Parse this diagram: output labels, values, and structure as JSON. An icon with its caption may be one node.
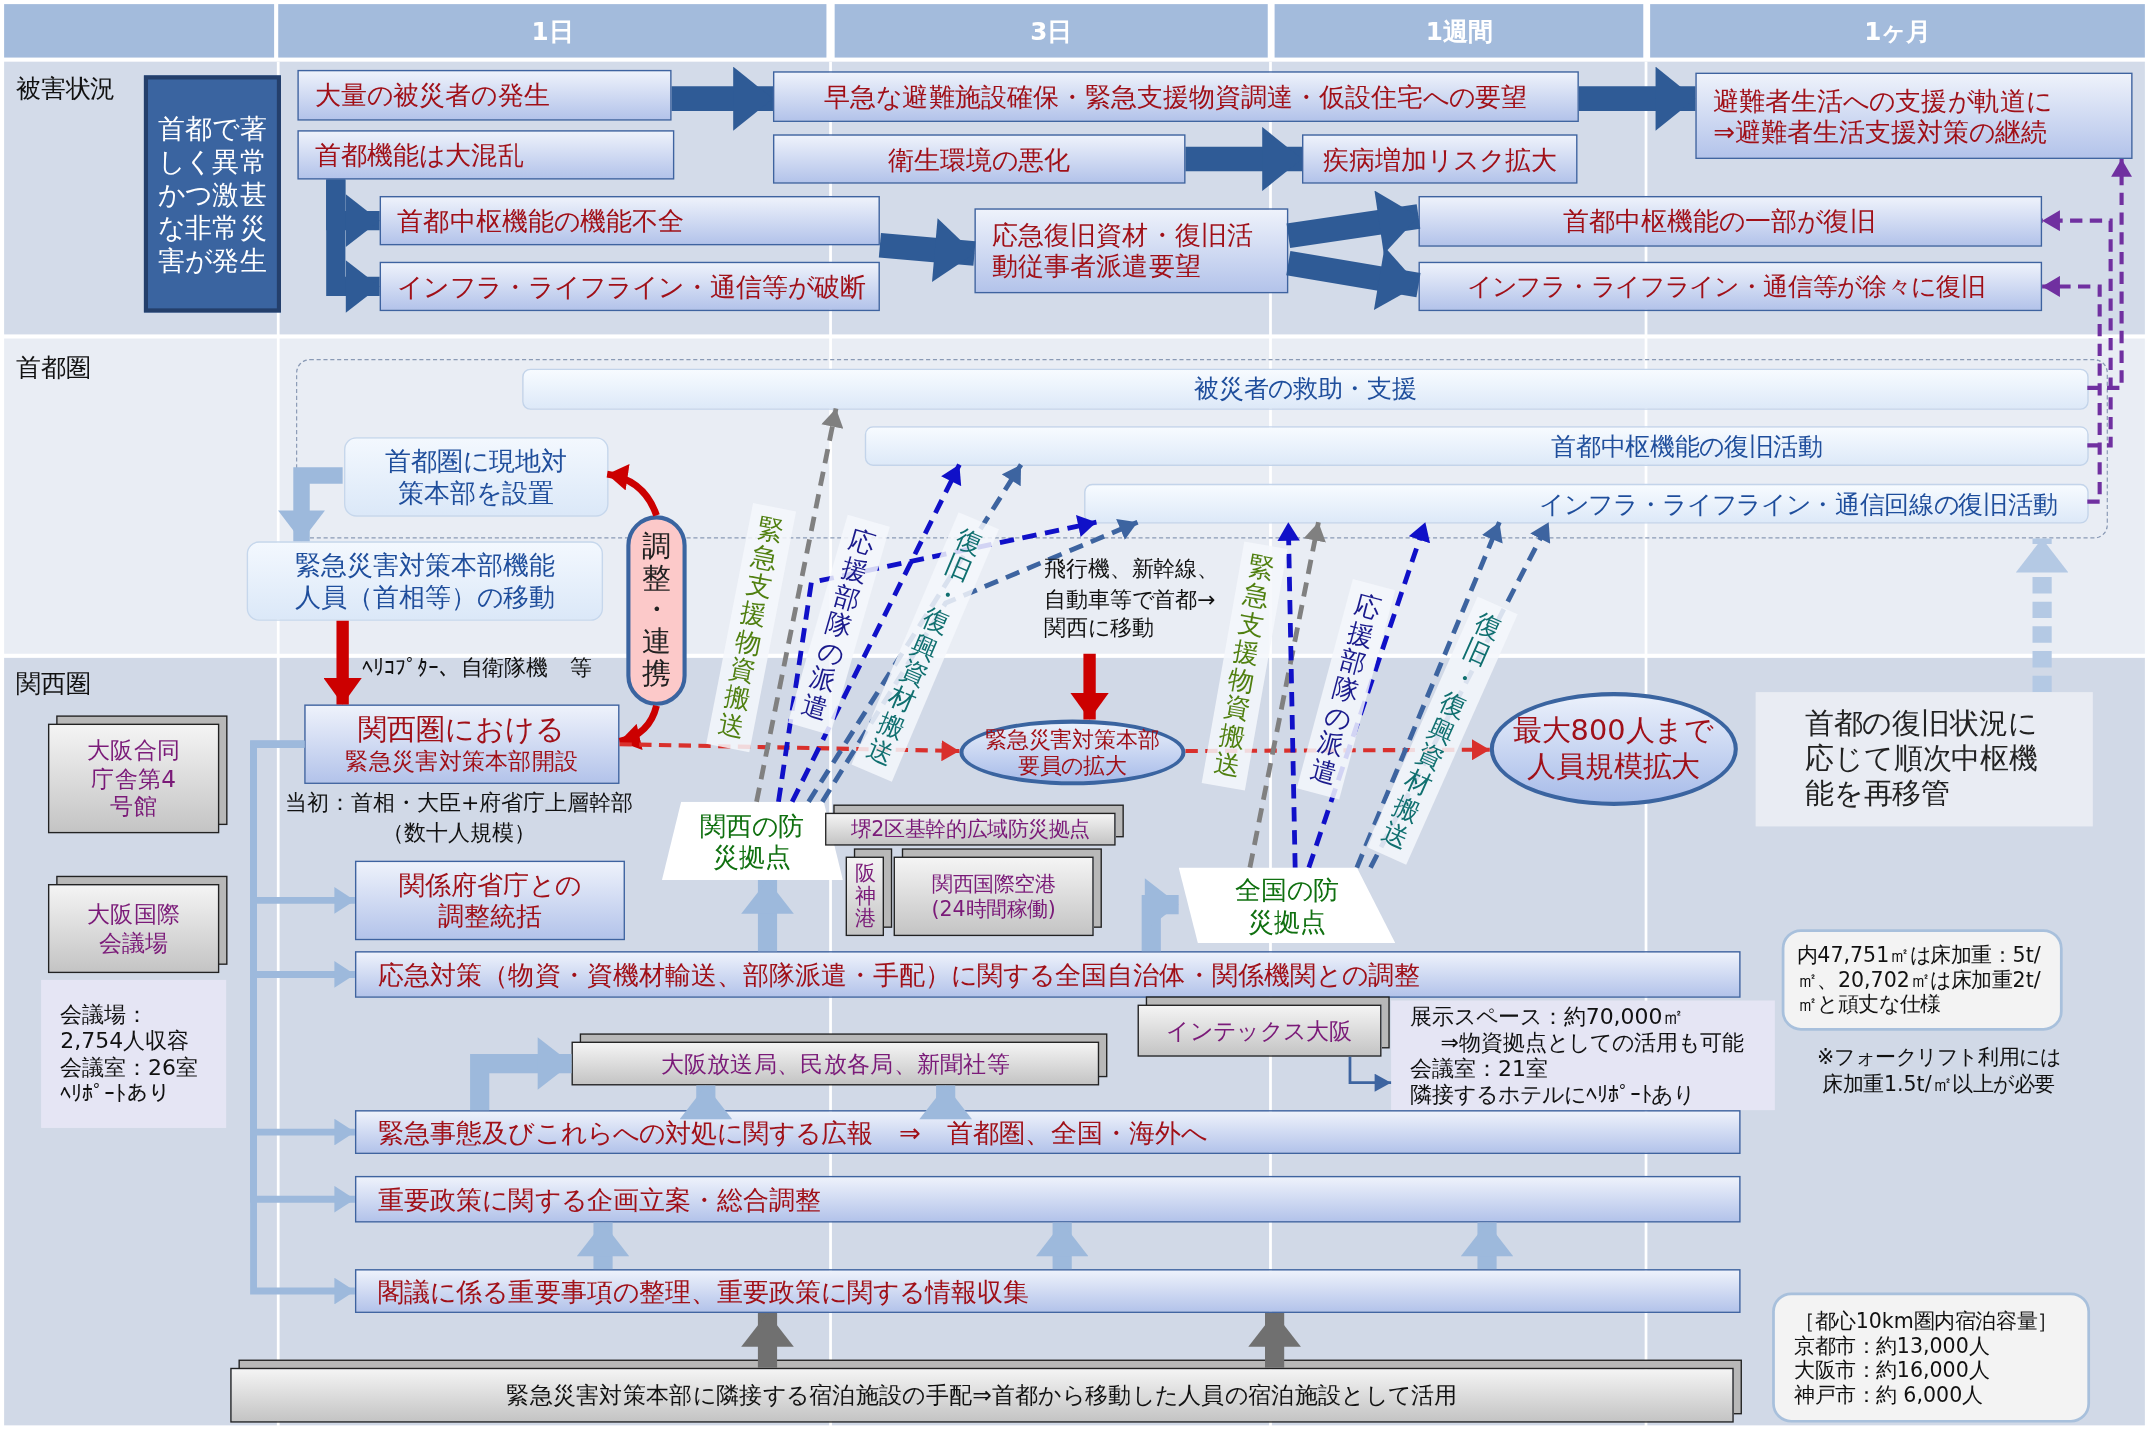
{
  "diagram": {
    "nodes": [
      {
        "text": [
          "首都で著しく異常かつ激甚な非常災害が発生"
        ]
      },
      {
        "text": [
          "大量の被災者の発生"
        ]
      },
      {
        "text": [
          "首都機能は大混乱"
        ]
      },
      {
        "text": [
          "首都中枢機能の機能不全"
        ]
      },
      {
        "text": [
          "インフラ・ライフライン・通信等が破断"
        ]
      },
      {
        "text": [
          "早急な避難施設確保・緊急支援物資調達・仮設住宅への要望"
        ]
      },
      {
        "text": [
          "衛生環境の悪化"
        ]
      },
      {
        "text": [
          "疾病増加リスク拡大"
        ]
      },
      {
        "text": [
          "応急復旧資材・復旧活動従事者派遣要望"
        ]
      },
      {
        "text": [
          "避難者生活への支援が軌道に⇒避難者生活支援対策の継続"
        ]
      },
      {
        "text": [
          "首都中枢機能の一部が復旧"
        ]
      },
      {
        "text": [
          "インフラ・ライフライン・通信等が徐々に復旧"
        ]
      },
      {
        "text": [],
        "shape": "box"
      },
      {
        "text": [
          "被災者の救助・支援"
        ],
        "in": 12
      },
      {
        "text": [
          "首都中枢機能の復旧活動"
        ],
        "in": 12
      },
      {
        "text": [
          "インフラ・ライフライン・通信回線の復旧活動"
        ],
        "in": 12
      },
      {
        "text": [
          "首都圏に現地対策本部を設置"
        ],
        "in": 12
      },
      {
        "text": [
          "緊急災害対策本部機能人員（首相等）の移動"
        ]
      },
      {
        "text": [
          "調整・連携"
        ]
      },
      {
        "text": [
          "関西圏における",
          "緊急災害対策本部開設"
        ],
        "beside": [
          "当初：首相・大臣+府省庁上層幹部（数十人規模）"
        ]
      },
      {
        "text": [
          "緊急災害対策本部要員の拡大"
        ]
      },
      {
        "text": [
          "最大800人まで人員規模拡大"
        ]
      },
      {
        "text": [
          "首都の復旧状況に応じて順次中枢機能を再移管"
        ]
      },
      {
        "text": [
          "大阪合同庁舎第4号館"
        ]
      },
      {
        "text": [
          "関西の防災拠点"
        ]
      },
      {
        "text": [
          "堺2区基幹的広域防災拠点"
        ]
      },
      {
        "text": [
          "阪神港"
        ]
      },
      {
        "text": [
          "関西国際空港(24時間稼働)"
        ]
      },
      {
        "text": [
          "全国の防災拠点"
        ]
      },
      {
        "text": [
          "関係府省庁との調整統括"
        ]
      },
      {
        "text": [
          "大阪国際会議場"
        ]
      },
      {
        "text": [
          "会議場：",
          "2,754人収容",
          "会議室：26室",
          "ﾍﾘﾎﾟｰﾄあり"
        ]
      },
      {
        "text": [
          "応急対策（物資・資機材輸送、部隊派遣・手配）に関する全国自治体・関係機関との調整"
        ]
      },
      {
        "text": [
          "インテックス大阪"
        ]
      },
      {
        "text": [
          "展示スペース：約70,000㎡",
          "⇒物資拠点としての活用も可能",
          "会議室：21室",
          "隣接するホテルにﾍﾘﾎﾟｰﾄあり"
        ]
      },
      {
        "text": [
          "内47,751㎡は床加重：5t/㎡、20,702㎡は床加重2t/㎡と頑丈な仕様"
        ]
      },
      {
        "text": [
          "大阪放送局、民放各局、新聞社等"
        ]
      },
      {
        "text": [
          "緊急事態及びこれらへの対処に関する広報　⇒　首都圏、全国・海外へ"
        ]
      },
      {
        "text": [
          "重要政策に関する企画立案・総合調整"
        ]
      },
      {
        "text": [
          "閣議に係る重要事項の整理、重要政策に関する情報収集"
        ]
      },
      {
        "text": [
          "緊急災害対策本部に隣接する宿泊施設の手配⇒首都から移動した人員の宿泊施設として活用"
        ]
      },
      {
        "text": [
          "［都心10km圏内宿泊容量］",
          "京都市：約13,000人",
          "大阪市：約16,000人",
          "神戸市：約 6,000人"
        ]
      }
    ],
    "edges": [
      {
        "from": 1,
        "to": 5,
        "arrow": "to",
        "style": "thick",
        "color": "#2f5b96"
      },
      {
        "from": 2,
        "to": 3,
        "arrow": "to",
        "style": "thick",
        "color": "#2f5b96"
      },
      {
        "from": 2,
        "to": 4,
        "arrow": "to",
        "style": "thick",
        "color": "#2f5b96"
      },
      {
        "from": 3,
        "to": 8,
        "arrow": "to",
        "style": "thick",
        "color": "#2f5b96"
      },
      {
        "from": 5,
        "to": 9,
        "arrow": "to",
        "style": "thick",
        "color": "#2f5b96"
      },
      {
        "from": 6,
        "to": 7,
        "arrow": "to",
        "style": "thick",
        "color": "#2f5b96"
      },
      {
        "from": 8,
        "to": 10,
        "arrow": "to",
        "style": "thick",
        "color": "#2f5b96"
      },
      {
        "from": 8,
        "to": 11,
        "arrow": "to",
        "style": "thick",
        "color": "#2f5b96"
      },
      {
        "from": 13,
        "to": 9,
        "arrow": "to",
        "style": "dashed",
        "color": "#7030a0"
      },
      {
        "from": 14,
        "to": 10,
        "arrow": "to",
        "style": "dashed",
        "color": "#7030a0"
      },
      {
        "from": 15,
        "to": 11,
        "arrow": "to",
        "style": "dashed",
        "color": "#7030a0"
      },
      {
        "from": 16,
        "to": 17,
        "arrow": "to",
        "style": "thick"
      },
      {
        "from": 18,
        "to": 16,
        "arrow": "to",
        "color": "#cc0000"
      },
      {
        "from": 18,
        "to": 19,
        "arrow": "to",
        "color": "#cc0000"
      },
      {
        "from": 17,
        "to": 19,
        "arrow": "to",
        "label": "ﾍﾘｺﾌﾟﾀｰ、自衛隊機　等",
        "style": "thick",
        "color": "#cc0000"
      },
      {
        "from": null,
        "to": 20,
        "arrow": "to",
        "label": "飛行機、新幹線、自動車等で首都→関西に移動",
        "style": "thick",
        "color": "#cc0000"
      },
      {
        "from": 19,
        "to": 20,
        "arrow": "to",
        "style": "dashed",
        "color": "#d9302c"
      },
      {
        "from": 20,
        "to": 21,
        "arrow": "to",
        "style": "dashed",
        "color": "#d9302c"
      },
      {
        "from": 22,
        "to": 12,
        "arrow": "to",
        "style": "dashed",
        "color": "#b4c9e4"
      },
      {
        "from": 24,
        "to": 13,
        "arrow": "to",
        "label": "緊急支援物資搬送",
        "style": "dashed",
        "color": "#808080"
      },
      {
        "from": 24,
        "to": 15,
        "arrow": "to",
        "label": "応援部隊の派遣",
        "style": "dashed",
        "color": "#1010c8"
      },
      {
        "from": 24,
        "to": 14,
        "arrow": "to",
        "style": "dashed",
        "color": "#1010c8"
      },
      {
        "from": 24,
        "to": 14,
        "arrow": "to",
        "label": "復旧・復興資材搬送",
        "style": "dashed",
        "color": "#3d64a0"
      },
      {
        "from": 24,
        "to": 15,
        "arrow": "to",
        "style": "dashed",
        "color": "#3d64a0"
      },
      {
        "from": 28,
        "to": 15,
        "arrow": "to",
        "label": "緊急支援物資搬送",
        "style": "dashed",
        "color": "#808080"
      },
      {
        "from": 28,
        "to": 15,
        "arrow": "to",
        "label": "応援部隊の派遣",
        "style": "dashed",
        "color": "#1010c8"
      },
      {
        "from": 28,
        "to": 15,
        "arrow": "to",
        "style": "dashed",
        "color": "#1010c8"
      },
      {
        "from": 28,
        "to": 15,
        "arrow": "to",
        "label": "復旧・復興資材搬送",
        "style": "dashed",
        "color": "#3d64a0"
      },
      {
        "from": 28,
        "to": 15,
        "arrow": "to",
        "style": "dashed",
        "color": "#3d64a0"
      },
      {
        "from": 19,
        "to": 29,
        "arrow": "to"
      },
      {
        "from": 19,
        "to": 32,
        "arrow": "to"
      },
      {
        "from": 19,
        "to": 37,
        "arrow": "to"
      },
      {
        "from": 19,
        "to": 38,
        "arrow": "to"
      },
      {
        "from": 19,
        "to": 39,
        "arrow": "to"
      },
      {
        "from": 32,
        "to": 24,
        "arrow": "to",
        "style": "thick"
      },
      {
        "from": 32,
        "to": 28,
        "arrow": "to",
        "style": "thick"
      },
      {
        "from": 33,
        "to": 34,
        "arrow": "to",
        "color": "#3d64a0"
      },
      {
        "from": 37,
        "to": 36,
        "arrow": "to",
        "style": "thick"
      },
      {
        "from": 37,
        "to": 36,
        "arrow": "to",
        "style": "thick"
      },
      {
        "from": 37,
        "to": 36,
        "arrow": "to",
        "style": "thick"
      },
      {
        "from": 39,
        "to": 38,
        "arrow": "to",
        "style": "thick"
      },
      {
        "from": 39,
        "to": 38,
        "arrow": "to",
        "style": "thick"
      },
      {
        "from": 39,
        "to": 38,
        "arrow": "to",
        "style": "thick"
      },
      {
        "from": 40,
        "to": 39,
        "arrow": "to",
        "style": "thick",
        "color": "#707070"
      },
      {
        "from": 40,
        "to": 39,
        "arrow": "to",
        "style": "thick",
        "color": "#707070"
      }
    ],
    "labels": [
      "1日",
      "3日",
      "1週間",
      "1ヶ月",
      "被害状況",
      "首都圏",
      "関西圏",
      "※フォークリフト利用には床加重1.5t/㎡以上が必要"
    ]
  }
}
